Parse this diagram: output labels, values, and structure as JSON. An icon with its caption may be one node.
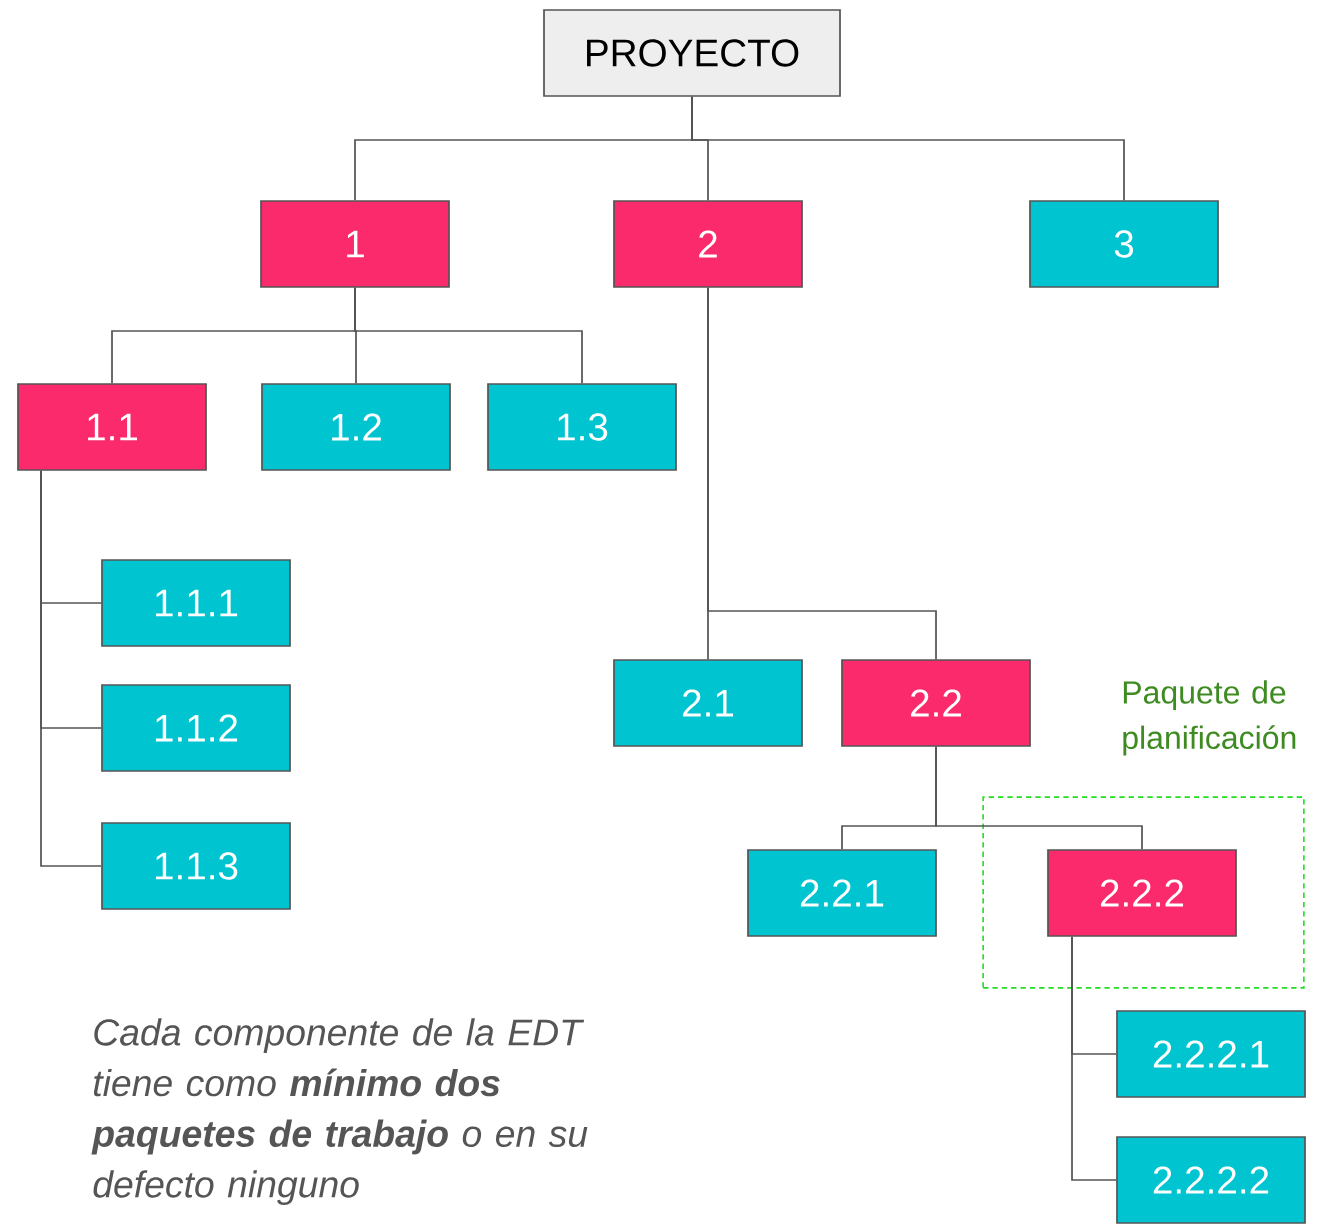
{
  "diagram": {
    "nodes": [
      {
        "text": [
          "PROYECTO"
        ]
      },
      {
        "text": [
          "1"
        ]
      },
      {
        "text": [
          "2"
        ]
      },
      {
        "text": [
          "3"
        ]
      },
      {
        "text": [
          "1.1"
        ]
      },
      {
        "text": [
          "1.2"
        ]
      },
      {
        "text": [
          "1.3"
        ]
      },
      {
        "text": [
          "1.1.1"
        ]
      },
      {
        "text": [
          "1.1.2"
        ]
      },
      {
        "text": [
          "1.1.3"
        ]
      },
      {
        "text": [
          "2.1"
        ]
      },
      {
        "text": [
          "2.2"
        ]
      },
      {
        "text": [
          "2.2.1"
        ]
      },
      {
        "text": [
          "Paquete de planificación"
        ]
      },
      {
        "text": [
          "2.2.2"
        ],
        "in": 13
      },
      {
        "text": [
          "2.2.2.1"
        ]
      },
      {
        "text": [
          "2.2.2.2"
        ]
      }
    ],
    "edges": [
      {
        "from": 0,
        "to": 1,
        "arrow": "none"
      },
      {
        "from": 0,
        "to": 2,
        "arrow": "none"
      },
      {
        "from": 0,
        "to": 3,
        "arrow": "none"
      },
      {
        "from": 1,
        "to": 4,
        "arrow": "none"
      },
      {
        "from": 1,
        "to": 5,
        "arrow": "none"
      },
      {
        "from": 1,
        "to": 6,
        "arrow": "none"
      },
      {
        "from": 4,
        "to": 7,
        "arrow": "none"
      },
      {
        "from": 4,
        "to": 8,
        "arrow": "none"
      },
      {
        "from": 4,
        "to": 9,
        "arrow": "none"
      },
      {
        "from": 2,
        "to": 10,
        "arrow": "none"
      },
      {
        "from": 2,
        "to": 11,
        "arrow": "none"
      },
      {
        "from": 11,
        "to": 12,
        "arrow": "none"
      },
      {
        "from": 11,
        "to": 14,
        "arrow": "none"
      },
      {
        "from": 14,
        "to": 15,
        "arrow": "none"
      },
      {
        "from": 14,
        "to": 16,
        "arrow": "none"
      }
    ],
    "labels": [
      "Cada componente de la EDT tiene como **mínimo dos paquetes de trabajo** o en su defecto ninguno"
    ]
  }
}
